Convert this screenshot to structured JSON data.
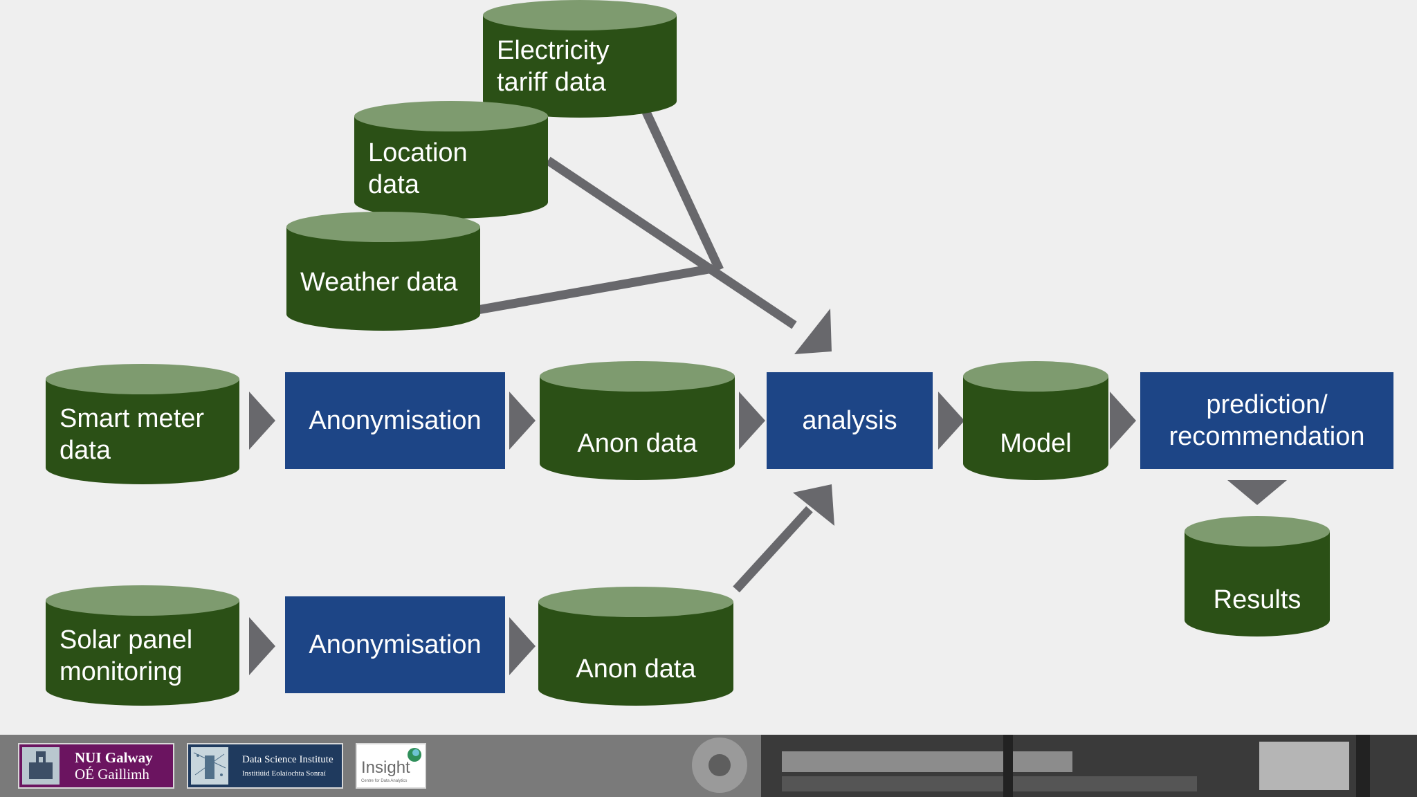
{
  "nodes": {
    "electricity_tariff": {
      "line1": "Electricity",
      "line2": "tariff data"
    },
    "location": {
      "line1": "Location",
      "line2": "data"
    },
    "weather": {
      "label": "Weather data"
    },
    "smart_meter": {
      "line1": "Smart meter",
      "line2": "data"
    },
    "anonymisation_1": {
      "label": "Anonymisation"
    },
    "anon_data_1": {
      "label": "Anon data"
    },
    "analysis": {
      "label": "analysis"
    },
    "model": {
      "label": "Model"
    },
    "prediction": {
      "line1": "prediction/",
      "line2": "recommendation"
    },
    "results": {
      "label": "Results"
    },
    "solar_panel": {
      "line1": "Solar panel",
      "line2": "monitoring"
    },
    "anonymisation_2": {
      "label": "Anonymisation"
    },
    "anon_data_2": {
      "label": "Anon data"
    }
  },
  "footer": {
    "nui_line1": "NUI Galway",
    "nui_line2": "OÉ Gaillimh",
    "dsi_line1": "Data Science Institute",
    "dsi_line2": "Institiúid Eolaíochta Sonraí",
    "insight_word": "Insight",
    "insight_sub": "Centre for Data Analytics"
  },
  "colors": {
    "store_body": "#2b5016",
    "store_top": "#7e9b6f",
    "process": "#1d4586",
    "arrow": "#68686c"
  }
}
